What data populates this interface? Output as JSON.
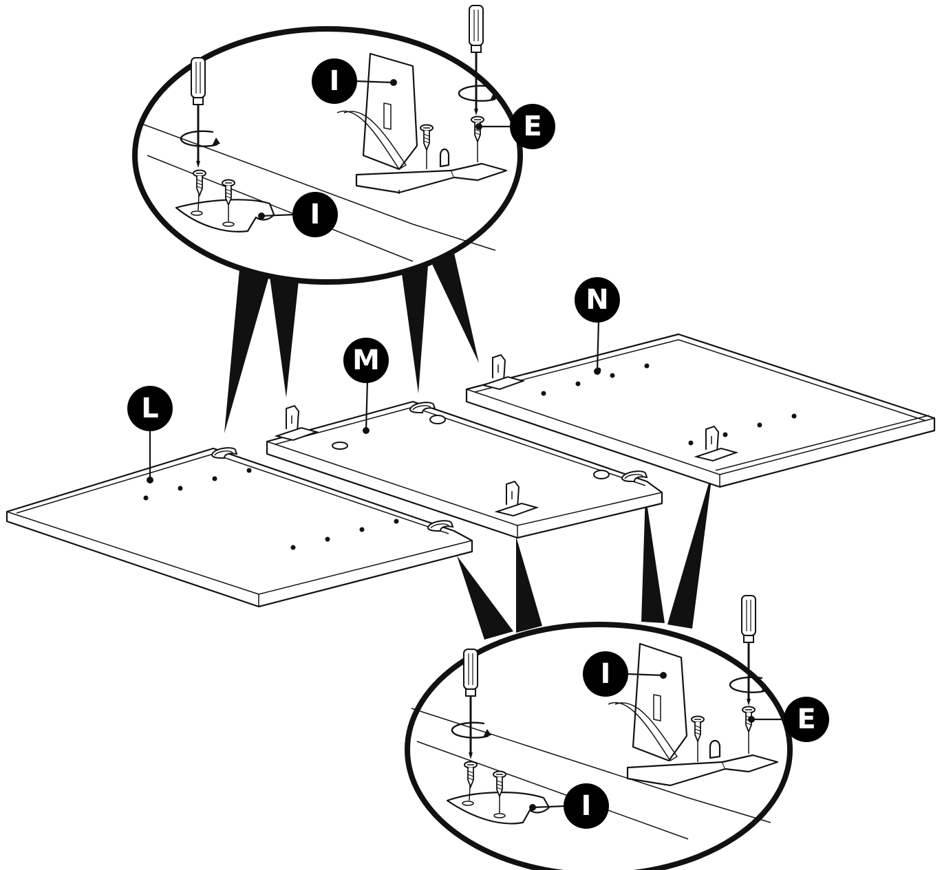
{
  "colors": {
    "ink": "#111111",
    "paper": "#ffffff",
    "badge_fill": "#000000",
    "badge_text": "#ffffff"
  },
  "parts": {
    "top_left_bracket": "I",
    "top_upright_bracket": "I",
    "top_screw": "E",
    "panel_left": "L",
    "panel_middle": "M",
    "panel_right": "N",
    "bottom_upright_bracket": "I",
    "bottom_screw": "E",
    "bottom_left_bracket": "I"
  },
  "icons": [
    "screwdriver-icon",
    "screw-icon",
    "rotation-arrow-icon"
  ]
}
